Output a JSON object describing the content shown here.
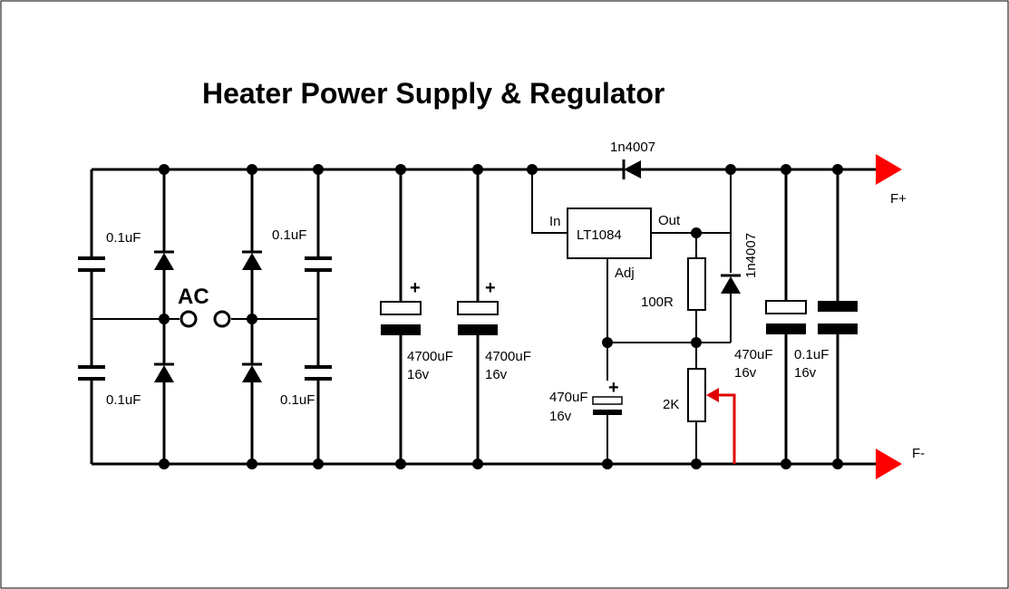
{
  "title": "Heater Power Supply & Regulator",
  "colors": {
    "wire": "#000000",
    "adjust": "#e00000",
    "terminal": "#ff0000",
    "background": "#ffffff"
  },
  "input": {
    "label": "AC"
  },
  "bridge_capacitors": {
    "top_left": "0.1uF",
    "bottom_left": "0.1uF",
    "top_right": "0.1uF",
    "bottom_right": "0.1uF"
  },
  "filter_capacitors": [
    {
      "value": "4700uF",
      "voltage": "16v",
      "polarity": "+"
    },
    {
      "value": "4700uF",
      "voltage": "16v",
      "polarity": "+"
    }
  ],
  "regulator": {
    "part": "LT1084",
    "pin_in": "In",
    "pin_out": "Out",
    "pin_adj": "Adj"
  },
  "protection_diodes": {
    "top": "1n4007",
    "vertical": "1n4007"
  },
  "resistor": {
    "value": "100R"
  },
  "potentiometer": {
    "value": "2K"
  },
  "adj_capacitor": {
    "value": "470uF",
    "voltage": "16v",
    "polarity": "+"
  },
  "output_capacitors": [
    {
      "value": "470uF",
      "voltage": "16v"
    },
    {
      "value": "0.1uF",
      "voltage": "16v"
    }
  ],
  "outputs": {
    "positive": "F+",
    "negative": "F-"
  }
}
